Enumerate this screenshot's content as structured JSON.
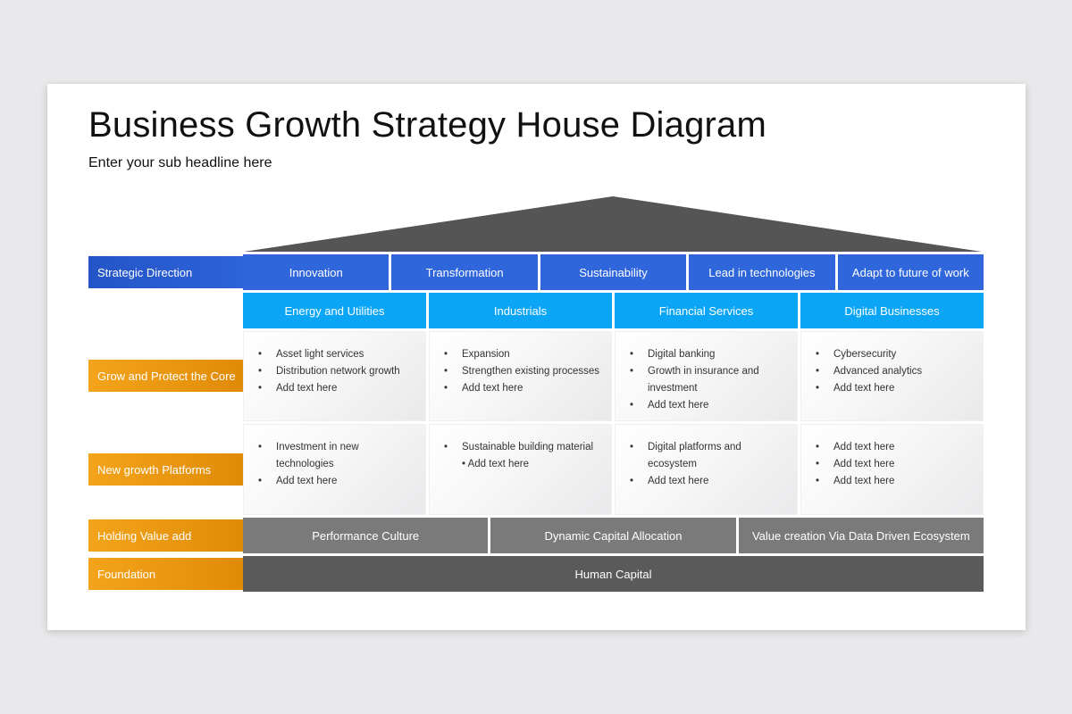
{
  "title": "Business Growth Strategy House Diagram",
  "subtitle": "Enter your sub headline here",
  "labels": {
    "strategic_direction": "Strategic Direction",
    "grow_protect": "Grow and Protect the Core",
    "new_growth": "New growth Platforms",
    "holding_value": "Holding Value add",
    "foundation": "Foundation"
  },
  "directions": [
    "Innovation",
    "Transformation",
    "Sustainability",
    "Lead in technologies",
    "Adapt to future of work"
  ],
  "categories": [
    "Energy and Utilities",
    "Industrials",
    "Financial Services",
    "Digital Businesses"
  ],
  "core": [
    [
      "Asset light services",
      "Distribution network growth",
      "Add text here"
    ],
    [
      "Expansion",
      "Strengthen existing processes",
      "Add text here"
    ],
    [
      "Digital banking",
      "Growth in insurance and investment",
      "Add text here"
    ],
    [
      "Cybersecurity",
      "Advanced analytics",
      "Add text here"
    ]
  ],
  "platforms": [
    [
      "Investment in new technologies",
      "Add text here"
    ],
    [
      "Sustainable building material",
      "• Add text here"
    ],
    [
      "Digital platforms and ecosystem",
      "Add text here"
    ],
    [
      "Add text here",
      "Add text here",
      "Add text here"
    ]
  ],
  "values": [
    "Performance Culture",
    "Dynamic Capital Allocation",
    "Value creation Via Data Driven Ecosystem"
  ],
  "foundation_text": "Human Capital",
  "colors": {
    "roof": "#555555",
    "direction": "#2f66dc",
    "category": "#0aa6f5",
    "label_blue": "#2455c8",
    "label_orange": "#f0a015",
    "value": "#7a7a7a",
    "foundation": "#5a5a5a"
  }
}
